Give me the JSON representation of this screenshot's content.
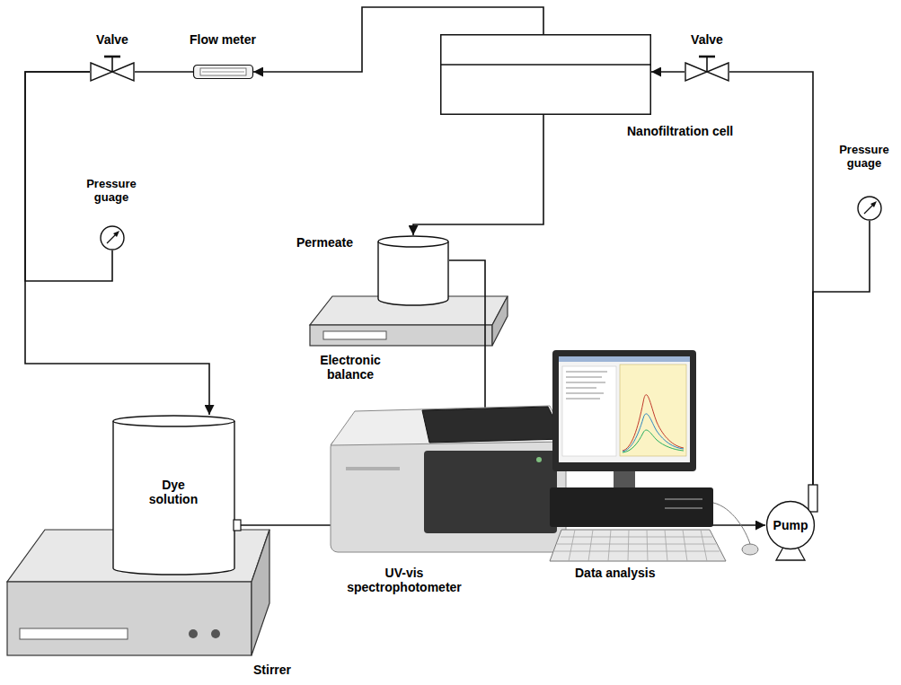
{
  "diagram": {
    "nodes": [
      {
        "text": [
          "Valve"
        ]
      },
      {
        "text": [
          "Flow meter"
        ]
      },
      {
        "text": [
          "Nanofiltration cell"
        ]
      },
      {
        "text": [
          "Valve"
        ]
      },
      {
        "text": [
          "Pressure guage"
        ]
      },
      {
        "text": [
          "Pressure guage"
        ]
      },
      {
        "text": [
          "Permeate"
        ]
      },
      {
        "text": [
          "UV-vis spectrophotometer"
        ]
      },
      {
        "text": [
          "Dye solution"
        ]
      },
      {
        "text": [
          "Pump"
        ]
      }
    ],
    "edges": [
      {
        "from": 8,
        "to": 9,
        "arrow": "to"
      },
      {
        "from": 9,
        "to": 3,
        "arrow": "none"
      },
      {
        "from": 9,
        "to": 4,
        "arrow": "none"
      },
      {
        "from": 3,
        "to": 2,
        "arrow": "to"
      },
      {
        "from": 2,
        "to": 1,
        "arrow": "to"
      },
      {
        "from": 1,
        "to": 0,
        "arrow": "none"
      },
      {
        "from": 0,
        "to": 8,
        "arrow": "to"
      },
      {
        "from": 0,
        "to": 5,
        "arrow": "none"
      },
      {
        "from": 2,
        "to": 6,
        "arrow": "to"
      },
      {
        "from": 6,
        "to": 7,
        "arrow": "none"
      }
    ],
    "labels": [
      "Electronic balance",
      "Data analysis",
      "Stirrer"
    ]
  }
}
